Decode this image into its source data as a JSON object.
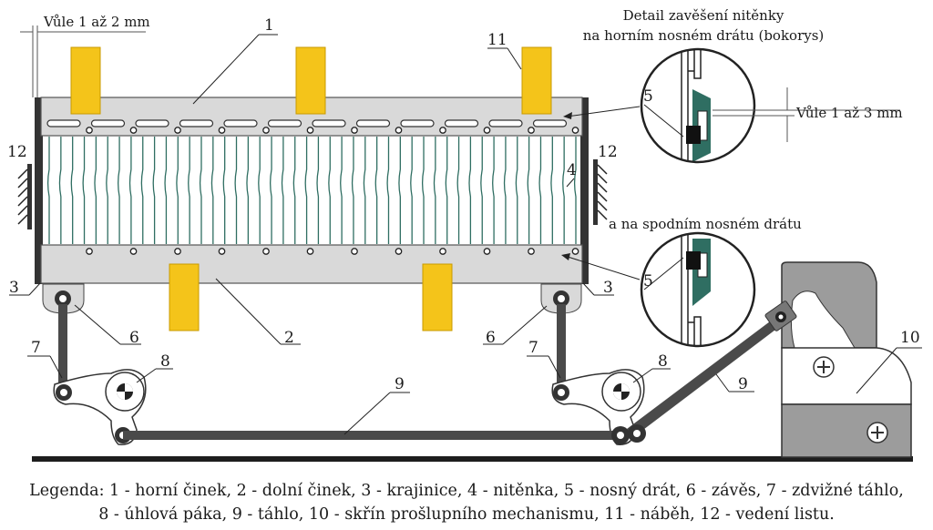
{
  "colors": {
    "beam": "#d9d9d9",
    "steel": "#4a4a4a",
    "heddle": "#2f6e62",
    "yellow": "#f4c41a",
    "floor": "#1e1e1e",
    "cabinet": "#9c9c9c"
  },
  "heddle_count": 46,
  "labels": {
    "vule_left": "Vůle 1 až 2 mm",
    "n1": "1",
    "n2": "2",
    "n3_left": "3",
    "n3_right": "3",
    "n4": "4",
    "n5_top": "5",
    "n5_bottom": "5",
    "n6_left": "6",
    "n6_right": "6",
    "n7_left": "7",
    "n7_right": "7",
    "n8_left": "8",
    "n8_right": "8",
    "n9_mid": "9",
    "n9_right": "9",
    "n10": "10",
    "n11": "11",
    "n12_left": "12",
    "n12_right": "12",
    "detail_title_1": "Detail zavěšení nitěnky",
    "detail_title_2": "na horním nosném drátu (bokorys)",
    "vule_right": "Vůle 1 až 3 mm",
    "detail_bottom_title": "a na spodním nosném drátu"
  },
  "legend": {
    "line1": "Legenda:  1 - horní činek, 2 - dolní činek, 3 - krajinice, 4 - nitěnka, 5 - nosný drát, 6 - závěs, 7 - zdvižné táhlo,",
    "line2": "8 - úhlová páka, 9 - táhlo, 10 - skřín prošlupního mechanismu, 11 - náběh, 12 - vedení listu."
  }
}
